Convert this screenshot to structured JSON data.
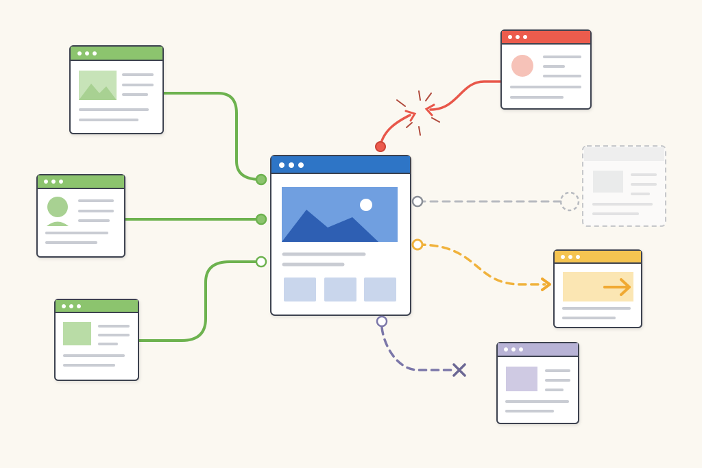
{
  "diagram": {
    "background": "#fbf8f1",
    "palette": {
      "ink": "#3c4250",
      "line_gray": "#c9ccd3",
      "card_fill": "#ffffff",
      "green": "#6db24f",
      "green_header": "#8cc46e",
      "green_tint": "#c7e3b8",
      "blue": "#2f74c6",
      "blue_tint": "#6f9fe0",
      "blue_dark": "#2d5fb3",
      "red": "#e8574a",
      "red_header": "#ec5b4e",
      "red_tint": "#f6c2b8",
      "orange": "#f0b23c",
      "orange_header": "#f5c451",
      "orange_tint": "#fbe6b3",
      "gray": "#a7abb2",
      "gray_tint": "#e7e8ea",
      "purple": "#7b77a9",
      "purple_header": "#b8b3d6",
      "purple_tint": "#cfcae3"
    },
    "nodes": [
      {
        "id": "left-top",
        "color": "green",
        "thumb": "image"
      },
      {
        "id": "left-middle",
        "color": "green",
        "thumb": "avatar"
      },
      {
        "id": "left-bottom",
        "color": "green",
        "thumb": "block"
      },
      {
        "id": "center-page",
        "color": "blue",
        "thumb": "hero-image"
      },
      {
        "id": "top-right",
        "color": "red",
        "thumb": "avatar"
      },
      {
        "id": "ghost-right",
        "color": "gray",
        "thumb": "block"
      },
      {
        "id": "right-orange",
        "color": "orange",
        "thumb": "arrow"
      },
      {
        "id": "bottom-right",
        "color": "purple",
        "thumb": "block"
      }
    ],
    "connections": [
      {
        "from": "left-top",
        "to": "center-page",
        "status": "connected",
        "color": "green"
      },
      {
        "from": "left-middle",
        "to": "center-page",
        "status": "connected",
        "color": "green"
      },
      {
        "from": "left-bottom",
        "to": "center-page",
        "status": "connected",
        "color": "green"
      },
      {
        "from": "center-page",
        "to": "top-right",
        "status": "broken",
        "color": "red"
      },
      {
        "from": "center-page",
        "to": "ghost-right",
        "status": "inactive",
        "color": "gray"
      },
      {
        "from": "center-page",
        "to": "right-orange",
        "status": "pending",
        "color": "orange"
      },
      {
        "from": "center-page",
        "to": "none",
        "status": "cancelled",
        "color": "purple"
      }
    ]
  }
}
